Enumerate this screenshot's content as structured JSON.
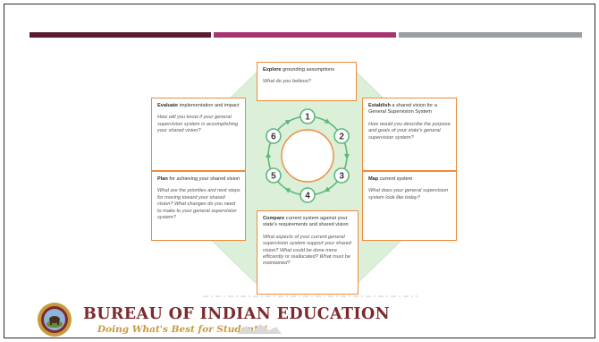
{
  "colors": {
    "bar_maroon": "#5b1a33",
    "bar_magenta": "#a8356f",
    "bar_gray": "#9a9ea5",
    "box_border": "#ef8a3b",
    "octagon_fill": "#dcefd9",
    "wheel_green": "#5cb97a",
    "wheel_orange": "#ef8a3b",
    "logo_red": "#7d2a2f",
    "logo_gold": "#c79a3e"
  },
  "cycle": {
    "numbers": [
      "1",
      "2",
      "3",
      "4",
      "5",
      "6"
    ]
  },
  "boxes": {
    "explore": {
      "bold": "Explore",
      "rest": " grounding assumptions",
      "question": "What do you believe?"
    },
    "establish": {
      "bold": "Establish",
      "rest": " a shared vision for a General Supervision System",
      "question": "How would you describe the purpose and goals of your state's general supervision system?"
    },
    "map": {
      "bold": "Map",
      "rest": " current system",
      "question": "What does your general supervision system look like today?"
    },
    "compare": {
      "bold": "Compare",
      "rest": " current system against your state's requirements and shared vision",
      "question": "What aspects of your current general supervision system support your shared vision? What could be done more efficiently or reallocated? What must be maintained?"
    },
    "plan": {
      "bold": "Plan",
      "rest": " for achieving your shared vision",
      "question": "What are the priorities and next steps for moving toward your shared vision? What changes do you need to make to your general supervision system?"
    },
    "evaluate": {
      "bold": "Evaluate",
      "rest": " implementation and impact",
      "question": "How will you know if your general supervision system is accomplishing your shared vision?"
    }
  },
  "footer": {
    "title": "BUREAU OF INDIAN EDUCATION",
    "tagline": "Doing What's Best for Students!",
    "seal_icon": "bie-seal-icon",
    "mountain_icon": "mountain-icon"
  }
}
